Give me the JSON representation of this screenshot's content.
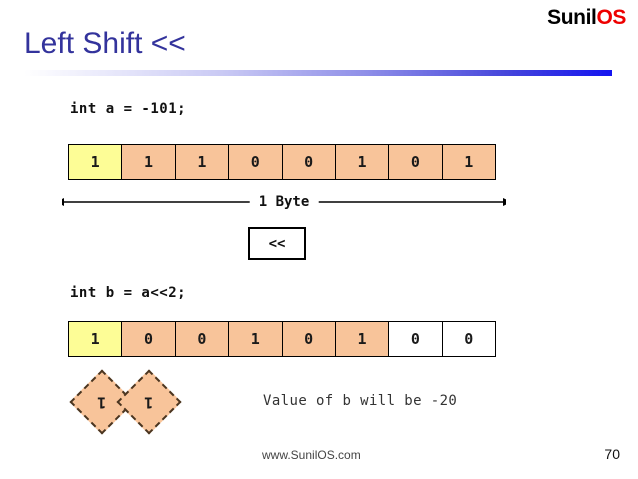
{
  "brand": {
    "part1": "Sunil",
    "part2": "OS",
    "color_part1": "#000000",
    "color_part2": "#ee0000"
  },
  "slide": {
    "title": "Left Shift <<",
    "title_color": "#33339c",
    "rule_color_end": "#1414f0"
  },
  "code": {
    "declaration_a": "int a = -101;",
    "declaration_b": "int b = a<<2;"
  },
  "byte_a": {
    "label": "byte-a",
    "bits": [
      {
        "value": "1",
        "fill": "yellow"
      },
      {
        "value": "1",
        "fill": "orange"
      },
      {
        "value": "1",
        "fill": "orange"
      },
      {
        "value": "0",
        "fill": "orange"
      },
      {
        "value": "0",
        "fill": "orange"
      },
      {
        "value": "1",
        "fill": "orange"
      },
      {
        "value": "0",
        "fill": "orange"
      },
      {
        "value": "1",
        "fill": "orange"
      }
    ]
  },
  "byte_b": {
    "label": "byte-b",
    "bits": [
      {
        "value": "1",
        "fill": "yellow"
      },
      {
        "value": "0",
        "fill": "orange"
      },
      {
        "value": "0",
        "fill": "orange"
      },
      {
        "value": "1",
        "fill": "orange"
      },
      {
        "value": "0",
        "fill": "orange"
      },
      {
        "value": "1",
        "fill": "orange"
      },
      {
        "value": "0",
        "fill": "white"
      },
      {
        "value": "0",
        "fill": "white"
      }
    ]
  },
  "measure": {
    "label": "1 Byte"
  },
  "shift_box": {
    "label": "<<"
  },
  "dropped_bits": [
    {
      "value": "1"
    },
    {
      "value": "1"
    }
  ],
  "result": {
    "note": "Value of b will be -20"
  },
  "footer": {
    "url": "www.SunilOS.com",
    "page_number": "70"
  },
  "colors": {
    "fill_yellow": "#fdfd96",
    "fill_orange": "#f8c49a",
    "fill_white": "#ffffff",
    "border": "#000000"
  }
}
